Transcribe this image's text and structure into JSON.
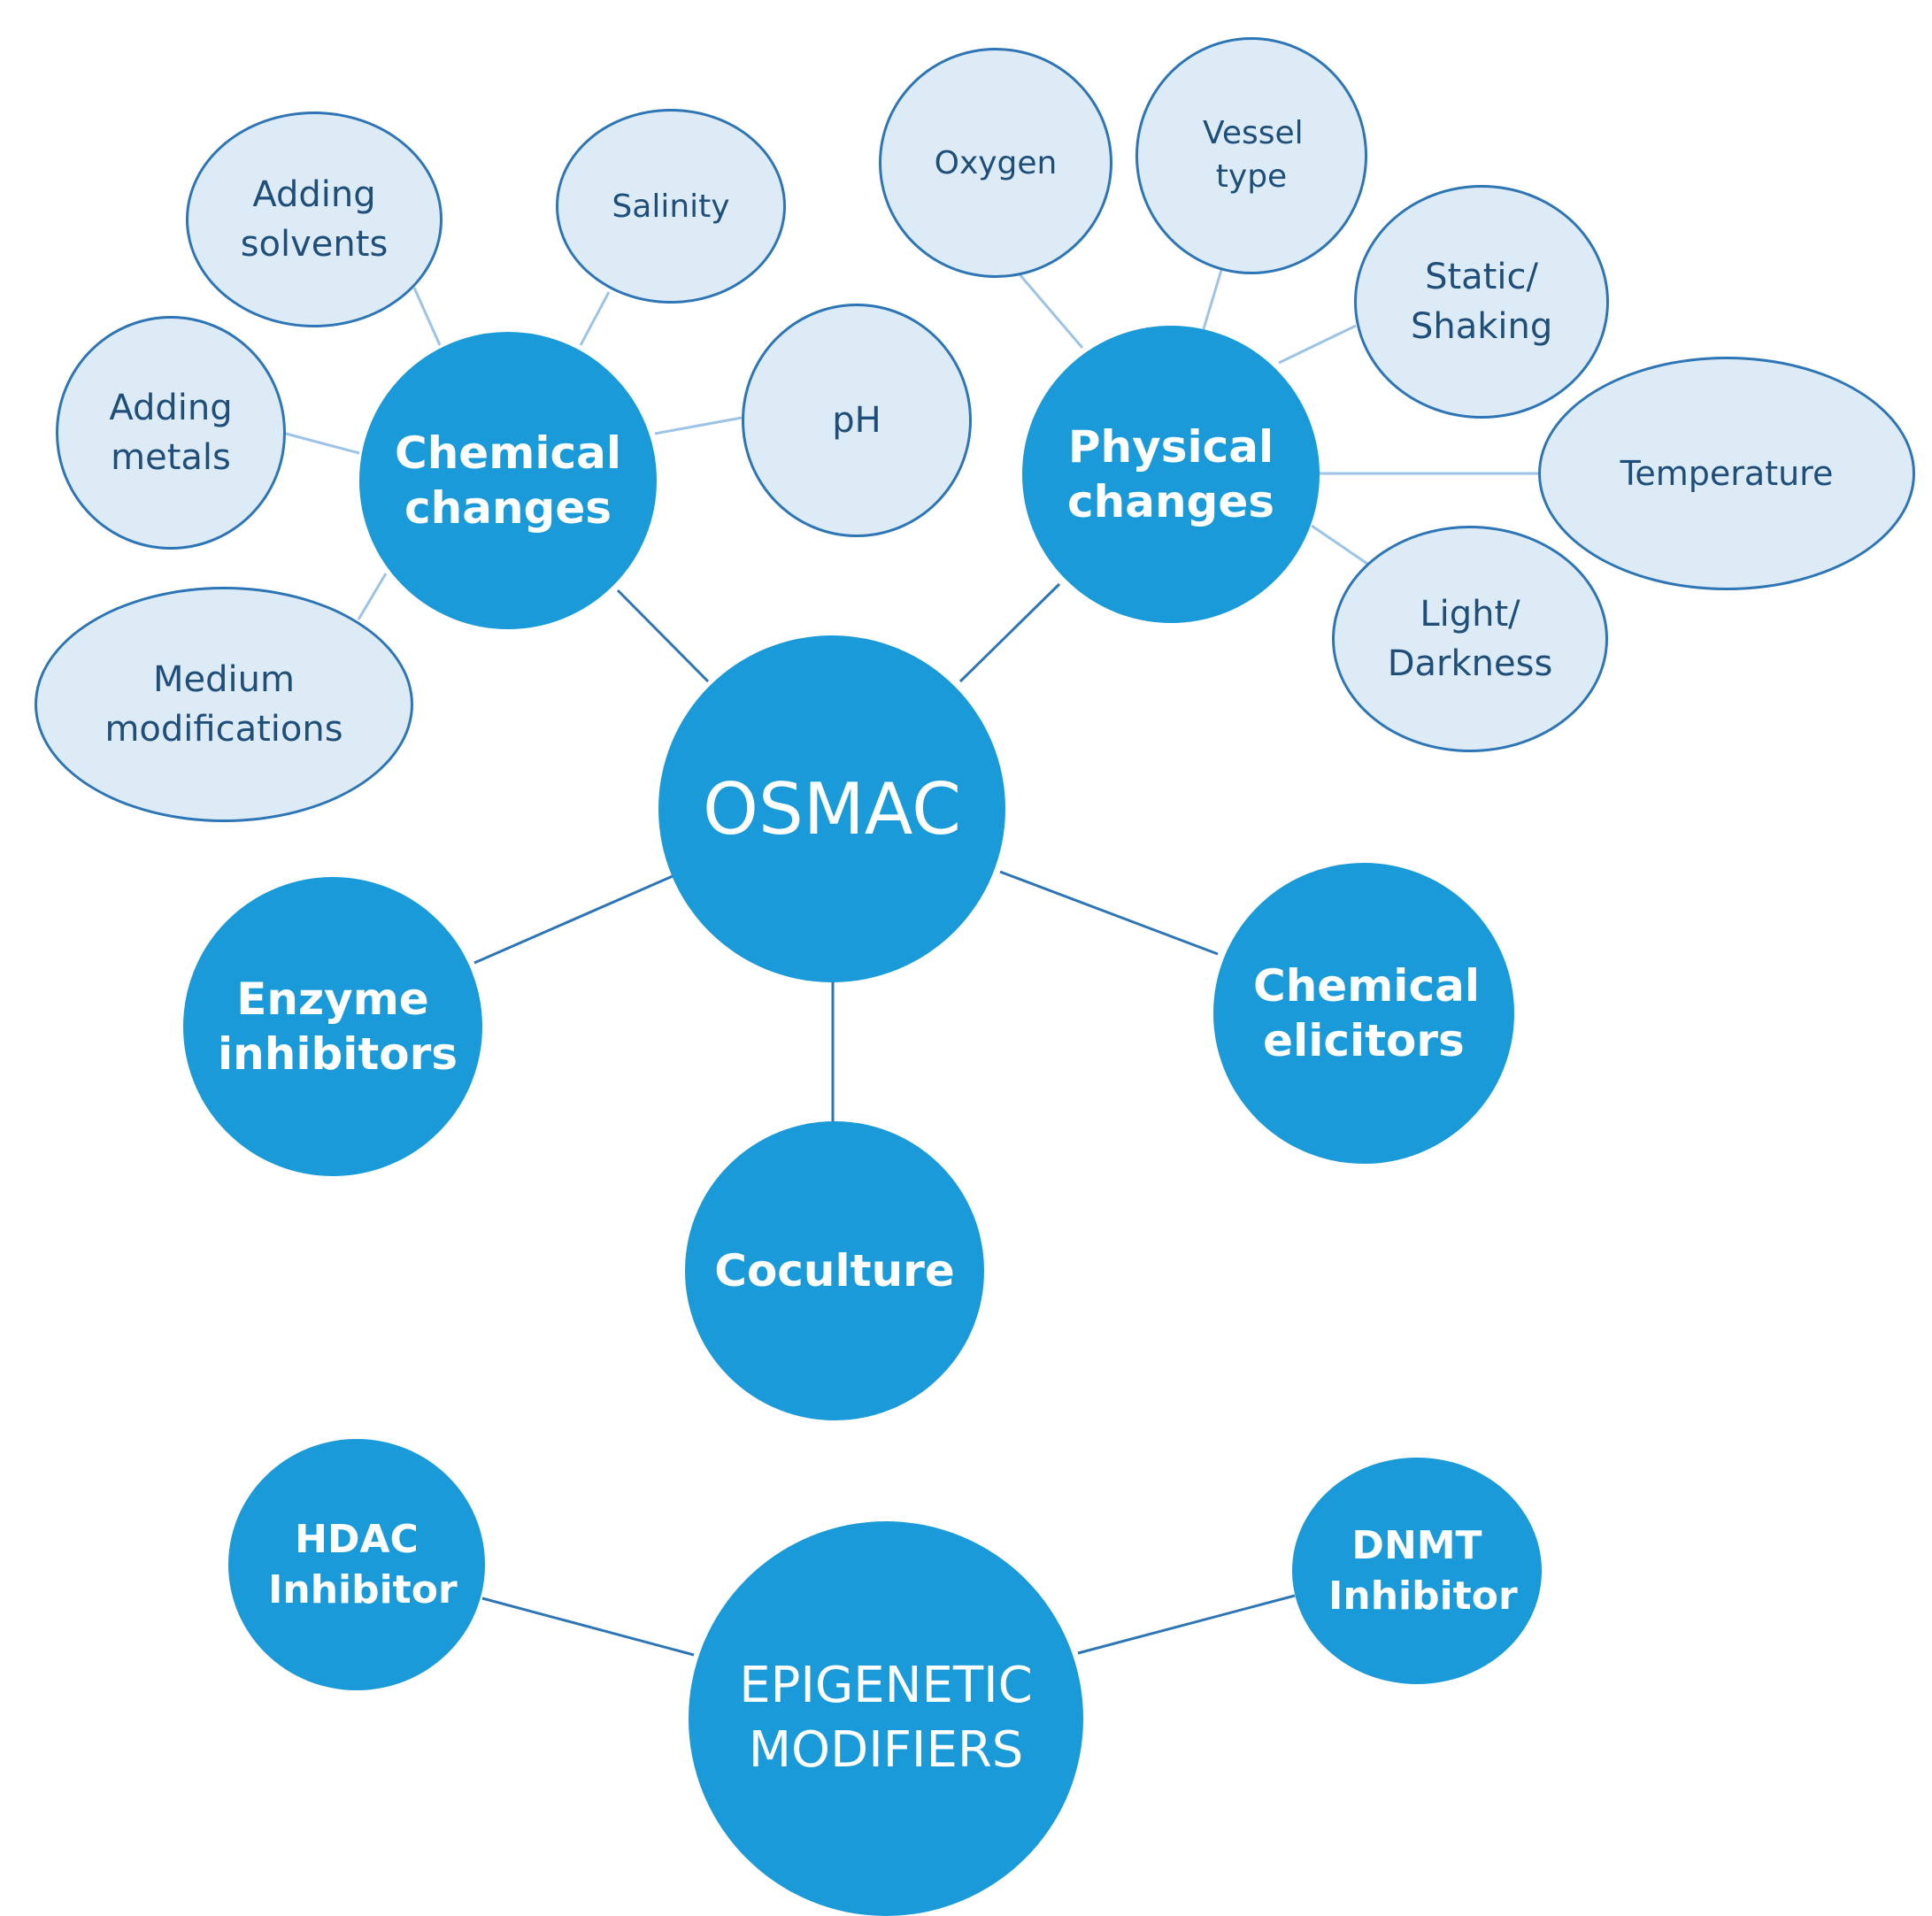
{
  "colors": {
    "primary_fill": "#1a9ad9",
    "leaf_fill": "#ddebf7",
    "leaf_border": "#2e75b6",
    "leaf_text": "#1f4e79",
    "connector_dark": "#2e75b6",
    "connector_light": "#9dc3e6"
  },
  "osmac": {
    "hub": "OSMAC",
    "chemical_changes": {
      "label": "Chemical changes",
      "leaves": {
        "adding_solvents": "Adding solvents",
        "salinity": "Salinity",
        "adding_metals": "Adding metals",
        "ph": "pH",
        "medium_modifications": "Medium modifications"
      }
    },
    "physical_changes": {
      "label": "Physical changes",
      "leaves": {
        "oxygen": "Oxygen",
        "vessel_type": "Vessel type",
        "static_shaking": "Static/ Shaking",
        "temperature": "Temperature",
        "light_darkness": "Light/ Darkness"
      }
    },
    "enzyme_inhibitors": "Enzyme inhibitors",
    "chemical_elicitors": "Chemical elicitors",
    "coculture": "Coculture"
  },
  "epigenetic": {
    "hub": "EPIGENETIC MODIFIERS",
    "hdac": "HDAC Inhibitor",
    "dnmt": "DNMT Inhibitor"
  }
}
